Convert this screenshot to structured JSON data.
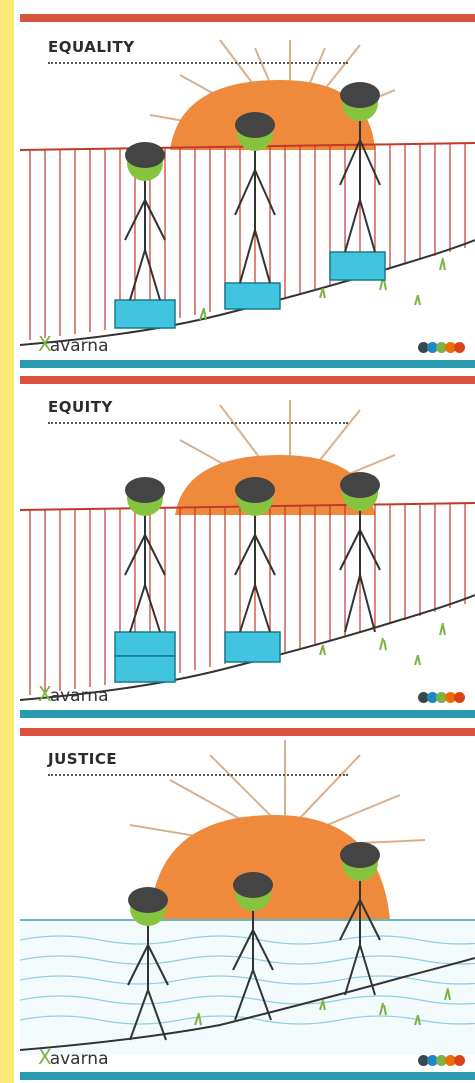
{
  "panels": [
    {
      "title": "EQUALITY",
      "logo": "avarna"
    },
    {
      "title": "EQUITY",
      "logo": "avarna"
    },
    {
      "title": "JUSTICE",
      "logo": "avarna"
    }
  ],
  "logo_dot_colors": [
    "#37474f",
    "#1e88c5",
    "#7cb342",
    "#ef6c00",
    "#d84315"
  ],
  "colors": {
    "top_bar": "#d9533f",
    "bottom_bar": "#2a9bb3",
    "sun": "#ef8a3c",
    "fence": "#c0392b",
    "box": "#40c4e0",
    "head_green": "#86c440",
    "hair": "#444444",
    "water": "#8ed1e0",
    "ground": "#333333"
  }
}
